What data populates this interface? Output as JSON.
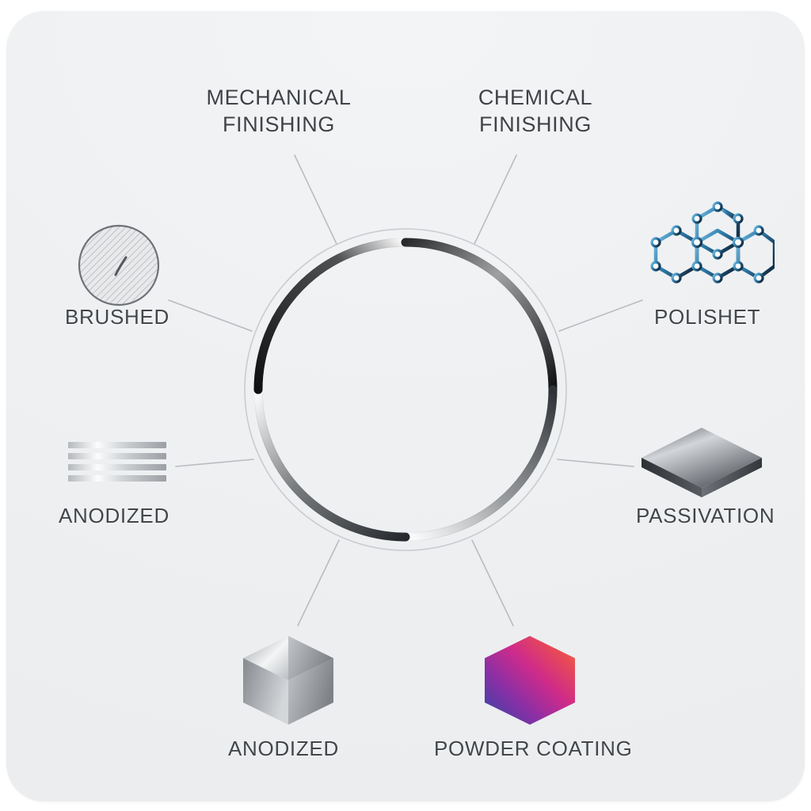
{
  "card": {
    "background_color": "#eef0f2",
    "page_background": "#ffffff"
  },
  "headings": [
    {
      "id": "mechanical",
      "line1": "MECHANICAL",
      "line2": "FINISHING"
    },
    {
      "id": "chemical",
      "line1": "CHEMICAL",
      "line2": "FINISHING"
    }
  ],
  "hub": {
    "name": "segmented-ring",
    "arc_count": 4,
    "arc_colors": [
      "#16181a",
      "#16181a",
      "#2e3236",
      "#3a3e42"
    ],
    "outer_ring_color": "#c9ccd0",
    "connector_color": "#b9bcc0"
  },
  "nodes": [
    {
      "id": "brushed",
      "label": "BRUSHED",
      "icon": "hatched-circle-icon",
      "category": "mechanical",
      "colors": {
        "stroke": "#6e7276",
        "fill": "#e6e7e9"
      }
    },
    {
      "id": "polished",
      "label": "POLISHET",
      "icon": "molecule-lattice-icon",
      "category": "chemical",
      "colors": {
        "light": "#6fb4dc",
        "dark": "#17364f"
      }
    },
    {
      "id": "anodized-left",
      "label": "ANODIZED",
      "icon": "metal-stripes-icon",
      "category": "mechanical",
      "colors": {
        "light": "#fbfbfc",
        "dark": "#9ea2a6"
      }
    },
    {
      "id": "passivation",
      "label": "PASSIVATION",
      "icon": "metal-slab-icon",
      "category": "chemical",
      "colors": {
        "light": "#c8ccd0",
        "dark": "#3c4044"
      }
    },
    {
      "id": "anodized-bottom",
      "label": "ANODIZED",
      "icon": "silver-hexagon-icon",
      "category": "mechanical",
      "colors": {
        "light": "#f2f3f4",
        "dark": "#8d9196"
      }
    },
    {
      "id": "powder-coating",
      "label": "POWDER COATING",
      "icon": "gradient-hexagon-icon",
      "category": "chemical",
      "colors": {
        "blue": "#3a4ba8",
        "magenta": "#c02a97",
        "orange": "#ef6a3a"
      }
    }
  ]
}
